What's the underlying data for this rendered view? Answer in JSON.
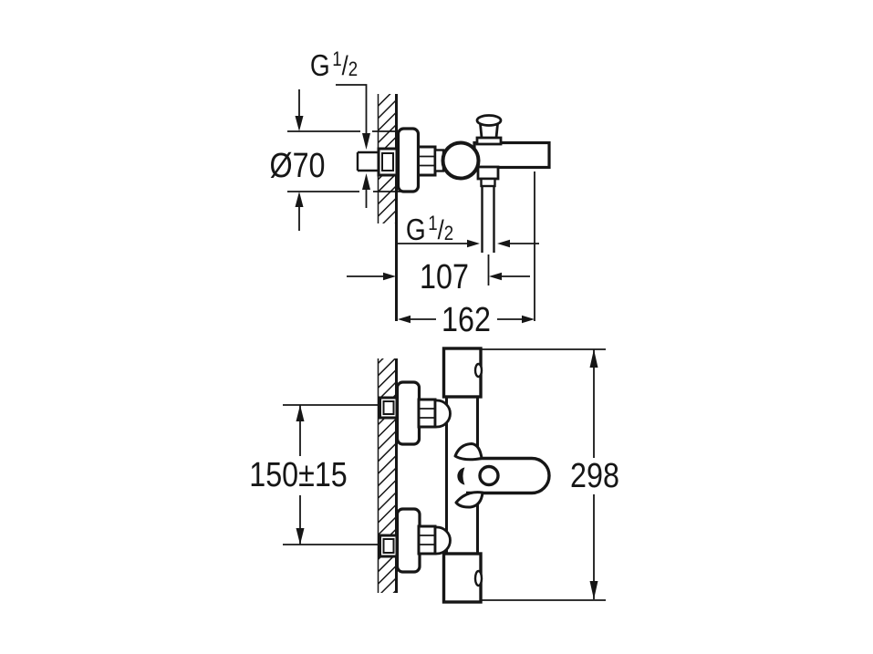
{
  "colors": {
    "background": "#ffffff",
    "ink": "#161616"
  },
  "side_view": {
    "inlet_thread_label": {
      "g": "G",
      "numerator": "1",
      "slash": "/",
      "denominator": "2"
    },
    "escutcheon_diameter_label": "Ø70",
    "outlet_thread_label": {
      "g": "G",
      "numerator": "1",
      "slash": "/",
      "denominator": "2"
    },
    "wall_to_outlet_label": "107",
    "wall_to_spout_end_label": "162"
  },
  "front_view": {
    "inlet_spacing_label": "150±15",
    "overall_length_label": "298"
  }
}
